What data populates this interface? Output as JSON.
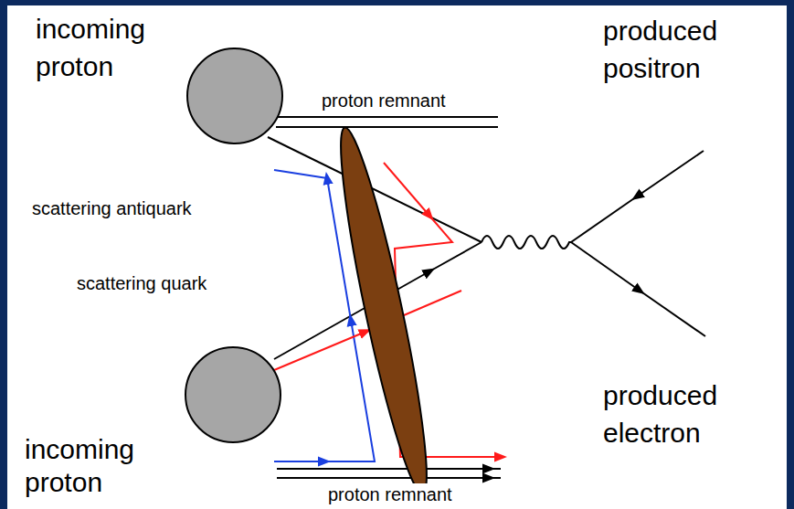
{
  "diagram": {
    "labels": [
      "incoming proton",
      "proton remnant",
      "produced positron",
      "scattering antiquark",
      "scattering quark",
      "proton remnant",
      "produced electron",
      "incoming proton"
    ]
  }
}
